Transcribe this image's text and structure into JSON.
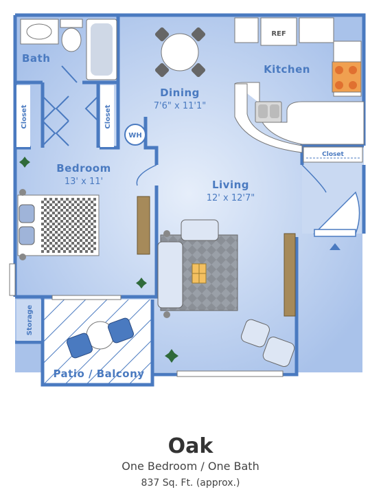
{
  "plan": {
    "title": "Oak",
    "subtitle": "One Bedroom / One Bath",
    "area": "837 Sq. Ft. (approx.)"
  },
  "rooms": {
    "bath": {
      "label": "Bath"
    },
    "closet_left": {
      "label": "Closet"
    },
    "closet_right": {
      "label": "Closet"
    },
    "closet_entry": {
      "label": "Closet"
    },
    "water_heater": {
      "label": "WH"
    },
    "dining": {
      "label": "Dining",
      "dims": "7'6\" x 11'1\""
    },
    "kitchen": {
      "label": "Kitchen"
    },
    "refrigerator": {
      "label": "REF"
    },
    "bedroom": {
      "label": "Bedroom",
      "dims": "13' x 11'"
    },
    "living": {
      "label": "Living",
      "dims": "12' x 12'7\""
    },
    "storage": {
      "label": "Storage"
    },
    "patio": {
      "label": "Patio / Balcony"
    }
  },
  "colors": {
    "wall": "#4a7ac0",
    "floor": "#b7cdee",
    "floor_light": "#d6e3f6",
    "fixture": "#ffffff",
    "stove": "#f0a050"
  }
}
